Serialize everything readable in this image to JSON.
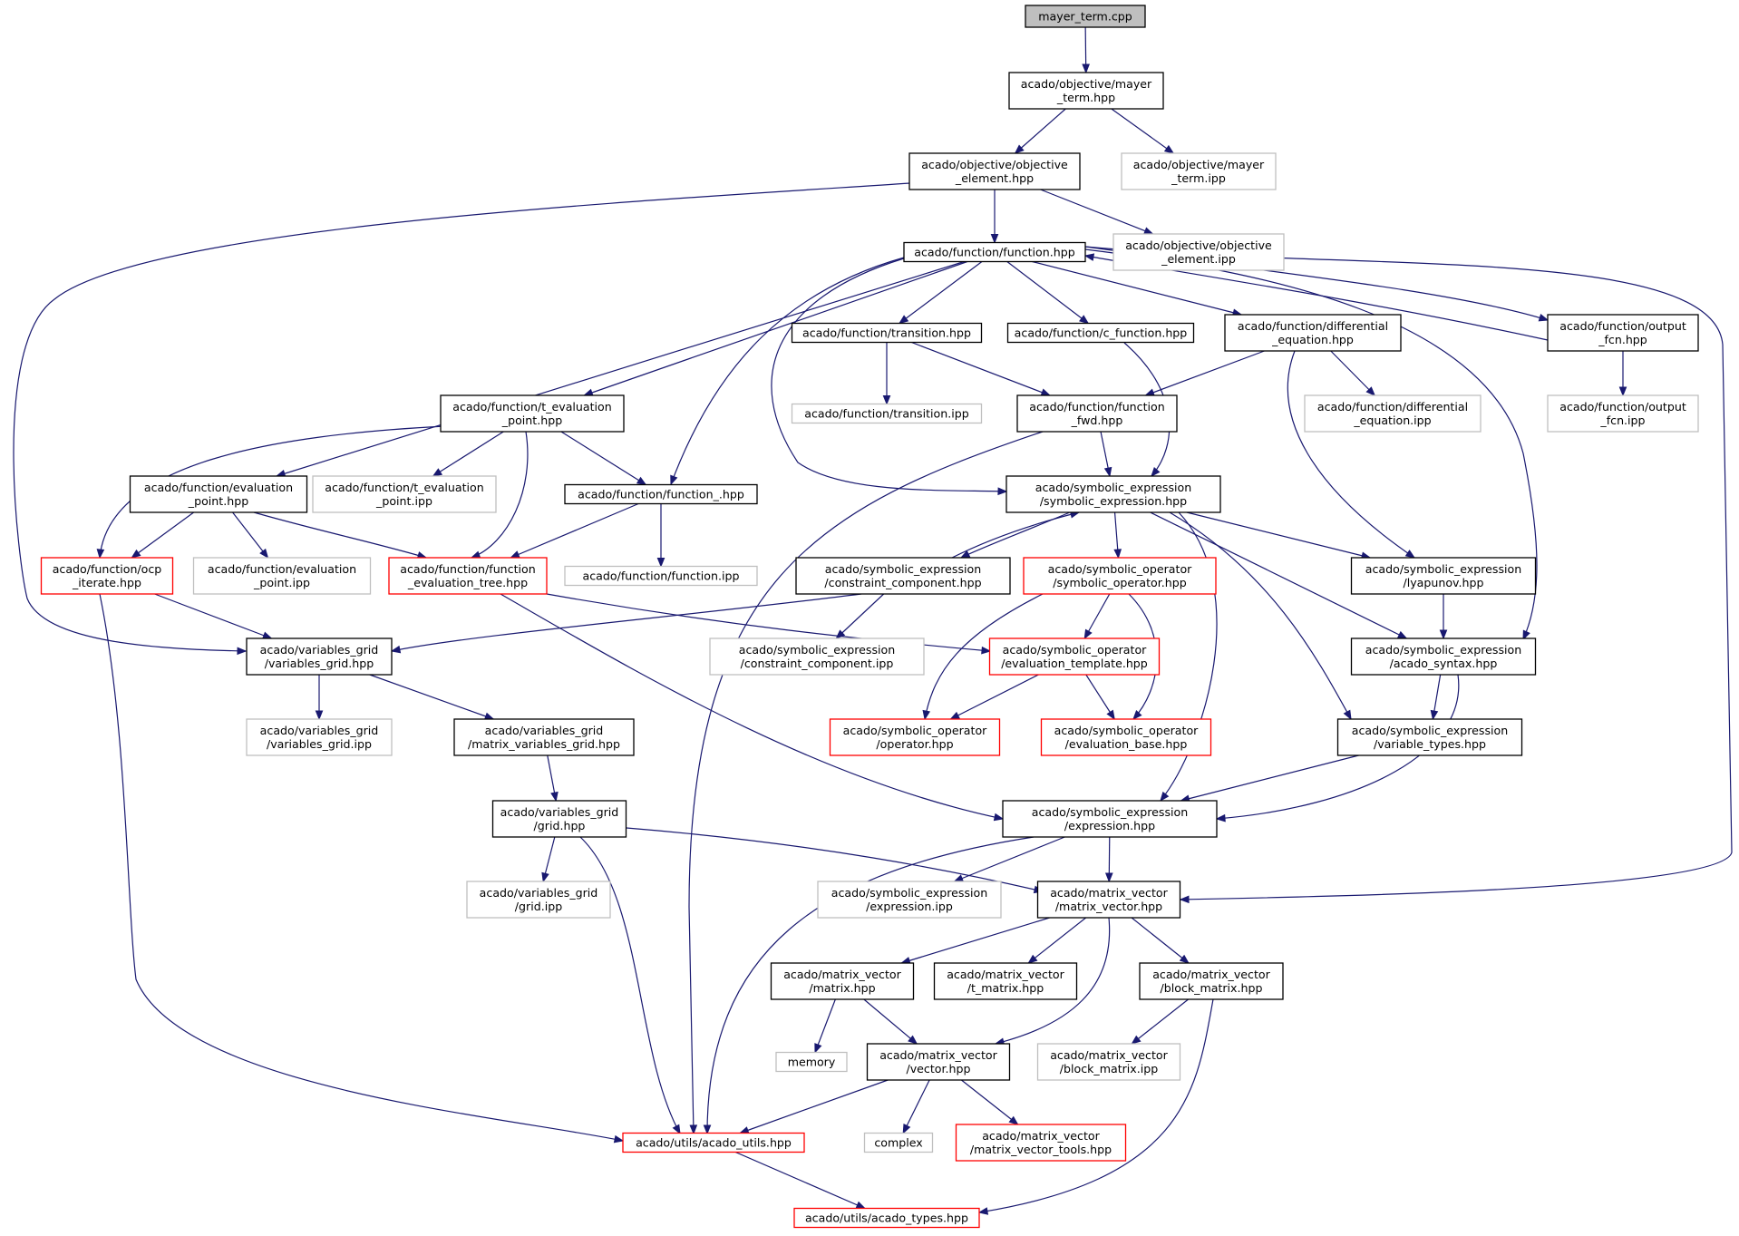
{
  "graph": {
    "title": "mayer_term.cpp",
    "colors": {
      "edge": "#191970",
      "root_fill": "#bfbfbf",
      "normal": "#000000",
      "truncated": "#ff0000",
      "external": "#bfbfbf"
    },
    "nodes": [
      {
        "id": "root",
        "lines": [
          "mayer_term.cpp"
        ],
        "kind": "root"
      },
      {
        "id": "mayer_hpp",
        "lines": [
          "acado/objective/mayer",
          "_term.hpp"
        ],
        "kind": "normal"
      },
      {
        "id": "obj_elem_hpp",
        "lines": [
          "acado/objective/objective",
          "_element.hpp"
        ],
        "kind": "normal"
      },
      {
        "id": "mayer_ipp",
        "lines": [
          "acado/objective/mayer",
          "_term.ipp"
        ],
        "kind": "external"
      },
      {
        "id": "function_hpp",
        "lines": [
          "acado/function/function.hpp"
        ],
        "kind": "normal"
      },
      {
        "id": "obj_elem_ipp",
        "lines": [
          "acado/objective/objective",
          "_element.ipp"
        ],
        "kind": "external"
      },
      {
        "id": "transition_hpp",
        "lines": [
          "acado/function/transition.hpp"
        ],
        "kind": "normal"
      },
      {
        "id": "c_function_hpp",
        "lines": [
          "acado/function/c_function.hpp"
        ],
        "kind": "normal"
      },
      {
        "id": "diff_eq_hpp",
        "lines": [
          "acado/function/differential",
          "_equation.hpp"
        ],
        "kind": "normal"
      },
      {
        "id": "output_fcn_hpp",
        "lines": [
          "acado/function/output",
          "_fcn.hpp"
        ],
        "kind": "normal"
      },
      {
        "id": "transition_ipp",
        "lines": [
          "acado/function/transition.ipp"
        ],
        "kind": "external"
      },
      {
        "id": "func_fwd_hpp",
        "lines": [
          "acado/function/function",
          "_fwd.hpp"
        ],
        "kind": "normal"
      },
      {
        "id": "diff_eq_ipp",
        "lines": [
          "acado/function/differential",
          "_equation.ipp"
        ],
        "kind": "external"
      },
      {
        "id": "output_fcn_ipp",
        "lines": [
          "acado/function/output",
          "_fcn.ipp"
        ],
        "kind": "external"
      },
      {
        "id": "t_eval_hpp",
        "lines": [
          "acado/function/t_evaluation",
          "_point.hpp"
        ],
        "kind": "normal"
      },
      {
        "id": "eval_point_hpp",
        "lines": [
          "acado/function/evaluation",
          "_point.hpp"
        ],
        "kind": "normal"
      },
      {
        "id": "t_eval_ipp",
        "lines": [
          "acado/function/t_evaluation",
          "_point.ipp"
        ],
        "kind": "external"
      },
      {
        "id": "function__hpp",
        "lines": [
          "acado/function/function_.hpp"
        ],
        "kind": "normal"
      },
      {
        "id": "sym_expr_hpp",
        "lines": [
          "acado/symbolic_expression",
          "/symbolic_expression.hpp"
        ],
        "kind": "normal"
      },
      {
        "id": "ocp_iterate_hpp",
        "lines": [
          "acado/function/ocp",
          "_iterate.hpp"
        ],
        "kind": "truncated"
      },
      {
        "id": "eval_point_ipp",
        "lines": [
          "acado/function/evaluation",
          "_point.ipp"
        ],
        "kind": "external"
      },
      {
        "id": "func_eval_tree_hpp",
        "lines": [
          "acado/function/function",
          "_evaluation_tree.hpp"
        ],
        "kind": "truncated"
      },
      {
        "id": "function_ipp",
        "lines": [
          "acado/function/function.ipp"
        ],
        "kind": "external"
      },
      {
        "id": "constraint_comp_hpp",
        "lines": [
          "acado/symbolic_expression",
          "/constraint_component.hpp"
        ],
        "kind": "normal"
      },
      {
        "id": "sym_operator_hpp",
        "lines": [
          "acado/symbolic_operator",
          "/symbolic_operator.hpp"
        ],
        "kind": "truncated"
      },
      {
        "id": "lyapunov_hpp",
        "lines": [
          "acado/symbolic_expression",
          "/lyapunov.hpp"
        ],
        "kind": "normal"
      },
      {
        "id": "variables_grid_hpp",
        "lines": [
          "acado/variables_grid",
          "/variables_grid.hpp"
        ],
        "kind": "normal"
      },
      {
        "id": "constraint_comp_ipp",
        "lines": [
          "acado/symbolic_expression",
          "/constraint_component.ipp"
        ],
        "kind": "external"
      },
      {
        "id": "eval_template_hpp",
        "lines": [
          "acado/symbolic_operator",
          "/evaluation_template.hpp"
        ],
        "kind": "truncated"
      },
      {
        "id": "acado_syntax_hpp",
        "lines": [
          "acado/symbolic_expression",
          "/acado_syntax.hpp"
        ],
        "kind": "normal"
      },
      {
        "id": "variables_grid_ipp",
        "lines": [
          "acado/variables_grid",
          "/variables_grid.ipp"
        ],
        "kind": "external"
      },
      {
        "id": "matrix_vg_hpp",
        "lines": [
          "acado/variables_grid",
          "/matrix_variables_grid.hpp"
        ],
        "kind": "normal"
      },
      {
        "id": "operator_hpp",
        "lines": [
          "acado/symbolic_operator",
          "/operator.hpp"
        ],
        "kind": "truncated"
      },
      {
        "id": "eval_base_hpp",
        "lines": [
          "acado/symbolic_operator",
          "/evaluation_base.hpp"
        ],
        "kind": "truncated"
      },
      {
        "id": "variable_types_hpp",
        "lines": [
          "acado/symbolic_expression",
          "/variable_types.hpp"
        ],
        "kind": "normal"
      },
      {
        "id": "grid_hpp",
        "lines": [
          "acado/variables_grid",
          "/grid.hpp"
        ],
        "kind": "normal"
      },
      {
        "id": "expression_hpp",
        "lines": [
          "acado/symbolic_expression",
          "/expression.hpp"
        ],
        "kind": "normal"
      },
      {
        "id": "grid_ipp",
        "lines": [
          "acado/variables_grid",
          "/grid.ipp"
        ],
        "kind": "external"
      },
      {
        "id": "expression_ipp",
        "lines": [
          "acado/symbolic_expression",
          "/expression.ipp"
        ],
        "kind": "external"
      },
      {
        "id": "matrix_vector_hpp",
        "lines": [
          "acado/matrix_vector",
          "/matrix_vector.hpp"
        ],
        "kind": "normal"
      },
      {
        "id": "matrix_hpp",
        "lines": [
          "acado/matrix_vector",
          "/matrix.hpp"
        ],
        "kind": "normal"
      },
      {
        "id": "t_matrix_hpp",
        "lines": [
          "acado/matrix_vector",
          "/t_matrix.hpp"
        ],
        "kind": "normal"
      },
      {
        "id": "block_matrix_hpp",
        "lines": [
          "acado/matrix_vector",
          "/block_matrix.hpp"
        ],
        "kind": "normal"
      },
      {
        "id": "memory",
        "lines": [
          "memory"
        ],
        "kind": "external"
      },
      {
        "id": "vector_hpp",
        "lines": [
          "acado/matrix_vector",
          "/vector.hpp"
        ],
        "kind": "normal"
      },
      {
        "id": "block_matrix_ipp",
        "lines": [
          "acado/matrix_vector",
          "/block_matrix.ipp"
        ],
        "kind": "external"
      },
      {
        "id": "acado_utils_hpp",
        "lines": [
          "acado/utils/acado_utils.hpp"
        ],
        "kind": "truncated"
      },
      {
        "id": "complex",
        "lines": [
          "complex"
        ],
        "kind": "external"
      },
      {
        "id": "mv_tools_hpp",
        "lines": [
          "acado/matrix_vector",
          "/matrix_vector_tools.hpp"
        ],
        "kind": "truncated"
      },
      {
        "id": "acado_types_hpp",
        "lines": [
          "acado/utils/acado_types.hpp"
        ],
        "kind": "truncated"
      }
    ],
    "edges": [
      [
        "root",
        "mayer_hpp"
      ],
      [
        "mayer_hpp",
        "obj_elem_hpp"
      ],
      [
        "mayer_hpp",
        "mayer_ipp"
      ],
      [
        "obj_elem_hpp",
        "function_hpp"
      ],
      [
        "obj_elem_hpp",
        "obj_elem_ipp"
      ],
      [
        "obj_elem_hpp",
        "variables_grid_hpp"
      ],
      [
        "function_hpp",
        "transition_hpp"
      ],
      [
        "function_hpp",
        "c_function_hpp"
      ],
      [
        "function_hpp",
        "diff_eq_hpp"
      ],
      [
        "function_hpp",
        "output_fcn_hpp"
      ],
      [
        "function_hpp",
        "t_eval_hpp"
      ],
      [
        "function_hpp",
        "eval_point_hpp"
      ],
      [
        "function_hpp",
        "function__hpp"
      ],
      [
        "function_hpp",
        "sym_expr_hpp"
      ],
      [
        "function_hpp",
        "acado_syntax_hpp"
      ],
      [
        "function_hpp",
        "matrix_vector_hpp"
      ],
      [
        "output_fcn_hpp",
        "function_hpp"
      ],
      [
        "output_fcn_hpp",
        "output_fcn_ipp"
      ],
      [
        "transition_hpp",
        "transition_ipp"
      ],
      [
        "transition_hpp",
        "func_fwd_hpp"
      ],
      [
        "c_function_hpp",
        "sym_expr_hpp"
      ],
      [
        "diff_eq_hpp",
        "func_fwd_hpp"
      ],
      [
        "diff_eq_hpp",
        "diff_eq_ipp"
      ],
      [
        "diff_eq_hpp",
        "lyapunov_hpp"
      ],
      [
        "func_fwd_hpp",
        "sym_expr_hpp"
      ],
      [
        "func_fwd_hpp",
        "acado_utils_hpp"
      ],
      [
        "t_eval_hpp",
        "t_eval_ipp"
      ],
      [
        "t_eval_hpp",
        "function__hpp"
      ],
      [
        "t_eval_hpp",
        "ocp_iterate_hpp"
      ],
      [
        "t_eval_hpp",
        "func_eval_tree_hpp"
      ],
      [
        "eval_point_hpp",
        "ocp_iterate_hpp"
      ],
      [
        "eval_point_hpp",
        "eval_point_ipp"
      ],
      [
        "eval_point_hpp",
        "func_eval_tree_hpp"
      ],
      [
        "function__hpp",
        "func_eval_tree_hpp"
      ],
      [
        "function__hpp",
        "function_ipp"
      ],
      [
        "sym_expr_hpp",
        "constraint_comp_hpp"
      ],
      [
        "sym_expr_hpp",
        "sym_operator_hpp"
      ],
      [
        "sym_expr_hpp",
        "lyapunov_hpp"
      ],
      [
        "sym_expr_hpp",
        "acado_syntax_hpp"
      ],
      [
        "sym_expr_hpp",
        "variable_types_hpp"
      ],
      [
        "sym_expr_hpp",
        "expression_hpp"
      ],
      [
        "constraint_comp_hpp",
        "sym_expr_hpp"
      ],
      [
        "constraint_comp_hpp",
        "variables_grid_hpp"
      ],
      [
        "constraint_comp_hpp",
        "constraint_comp_ipp"
      ],
      [
        "ocp_iterate_hpp",
        "variables_grid_hpp"
      ],
      [
        "ocp_iterate_hpp",
        "acado_utils_hpp"
      ],
      [
        "func_eval_tree_hpp",
        "eval_template_hpp"
      ],
      [
        "func_eval_tree_hpp",
        "expression_hpp"
      ],
      [
        "sym_operator_hpp",
        "eval_template_hpp"
      ],
      [
        "sym_operator_hpp",
        "operator_hpp"
      ],
      [
        "sym_operator_hpp",
        "eval_base_hpp"
      ],
      [
        "eval_template_hpp",
        "operator_hpp"
      ],
      [
        "eval_template_hpp",
        "eval_base_hpp"
      ],
      [
        "lyapunov_hpp",
        "acado_syntax_hpp"
      ],
      [
        "acado_syntax_hpp",
        "variable_types_hpp"
      ],
      [
        "acado_syntax_hpp",
        "expression_hpp"
      ],
      [
        "variables_grid_hpp",
        "variables_grid_ipp"
      ],
      [
        "variables_grid_hpp",
        "matrix_vg_hpp"
      ],
      [
        "matrix_vg_hpp",
        "grid_hpp"
      ],
      [
        "variable_types_hpp",
        "expression_hpp"
      ],
      [
        "grid_hpp",
        "grid_ipp"
      ],
      [
        "grid_hpp",
        "matrix_vector_hpp"
      ],
      [
        "grid_hpp",
        "acado_utils_hpp"
      ],
      [
        "expression_hpp",
        "expression_ipp"
      ],
      [
        "expression_hpp",
        "matrix_vector_hpp"
      ],
      [
        "expression_hpp",
        "acado_utils_hpp"
      ],
      [
        "matrix_vector_hpp",
        "matrix_hpp"
      ],
      [
        "matrix_vector_hpp",
        "t_matrix_hpp"
      ],
      [
        "matrix_vector_hpp",
        "block_matrix_hpp"
      ],
      [
        "matrix_vector_hpp",
        "vector_hpp"
      ],
      [
        "matrix_hpp",
        "memory"
      ],
      [
        "matrix_hpp",
        "vector_hpp"
      ],
      [
        "block_matrix_hpp",
        "block_matrix_ipp"
      ],
      [
        "block_matrix_hpp",
        "acado_types_hpp"
      ],
      [
        "vector_hpp",
        "acado_utils_hpp"
      ],
      [
        "vector_hpp",
        "complex"
      ],
      [
        "vector_hpp",
        "mv_tools_hpp"
      ],
      [
        "acado_utils_hpp",
        "acado_types_hpp"
      ]
    ]
  }
}
